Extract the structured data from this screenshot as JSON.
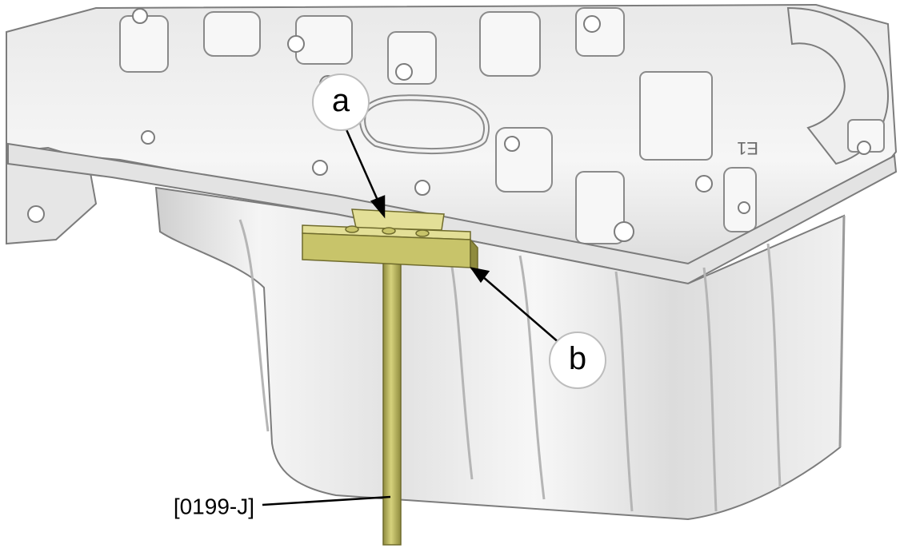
{
  "callouts": {
    "a": "a",
    "b": "b"
  },
  "tool_reference": "[0199-J]",
  "colors": {
    "background": "#ffffff",
    "engine_light": "#f4f4f4",
    "engine_mid": "#d8d8d8",
    "engine_shadow": "#a9a9a9",
    "engine_outline": "#7c7c7c",
    "tool_body": "#c8c46a",
    "tool_shadow": "#8f8b3e",
    "tool_highlight": "#e3df97",
    "leader_line": "#000000",
    "callout_fill": "#ffffff",
    "callout_stroke": "#bdbdbd"
  }
}
